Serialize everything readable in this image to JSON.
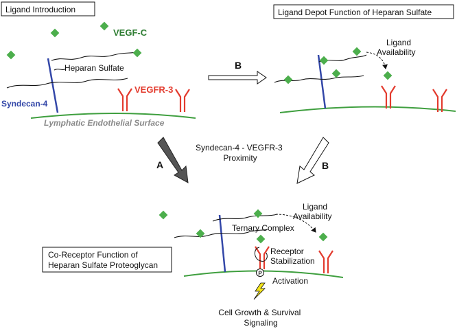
{
  "colors": {
    "ligand": "#4cae4c",
    "membrane": "#3f9f3f",
    "syndecan": "#3347a8",
    "receptor": "#e33b2e",
    "label_green": "#2e7d32",
    "label_grey": "#8a8a8a",
    "arrow_dark": "#555555",
    "bolt": "#f5e51b"
  },
  "icons": {
    "ligand": "green-diamond",
    "receptor": "y-shaped-receptor",
    "phosphate": "circled-p",
    "lightning": "lightning-bolt"
  },
  "panel_intro": {
    "title": "Ligand Introduction",
    "label_vegfc": "VEGF-C",
    "label_hs": "Heparan Sulfate",
    "label_vegfr3": "VEGFR-3",
    "label_syndecan": "Syndecan-4",
    "label_surface": "Lymphatic Endothelial Surface"
  },
  "panel_depot": {
    "title": "Ligand Depot Function of Heparan Sulfate",
    "availability_line1": "Ligand",
    "availability_line2": "Availability"
  },
  "arrows": {
    "label_b_top": "B",
    "label_a": "A",
    "label_b_right": "B",
    "proximity_line1": "Syndecan-4  - VEGFR-3",
    "proximity_line2": "Proximity"
  },
  "panel_coreceptor": {
    "title_line1": "Co-Receptor Function of",
    "title_line2": "Heparan Sulfate Proteoglycan",
    "availability_line1": "Ligand",
    "availability_line2": "Availability",
    "ternary": "Ternary Complex",
    "stabilization_line1": "Receptor",
    "stabilization_line2": "Stabilization",
    "phospho": "P",
    "activation": "Activation",
    "signaling_line1": "Cell Growth & Survival",
    "signaling_line2": "Signaling"
  }
}
